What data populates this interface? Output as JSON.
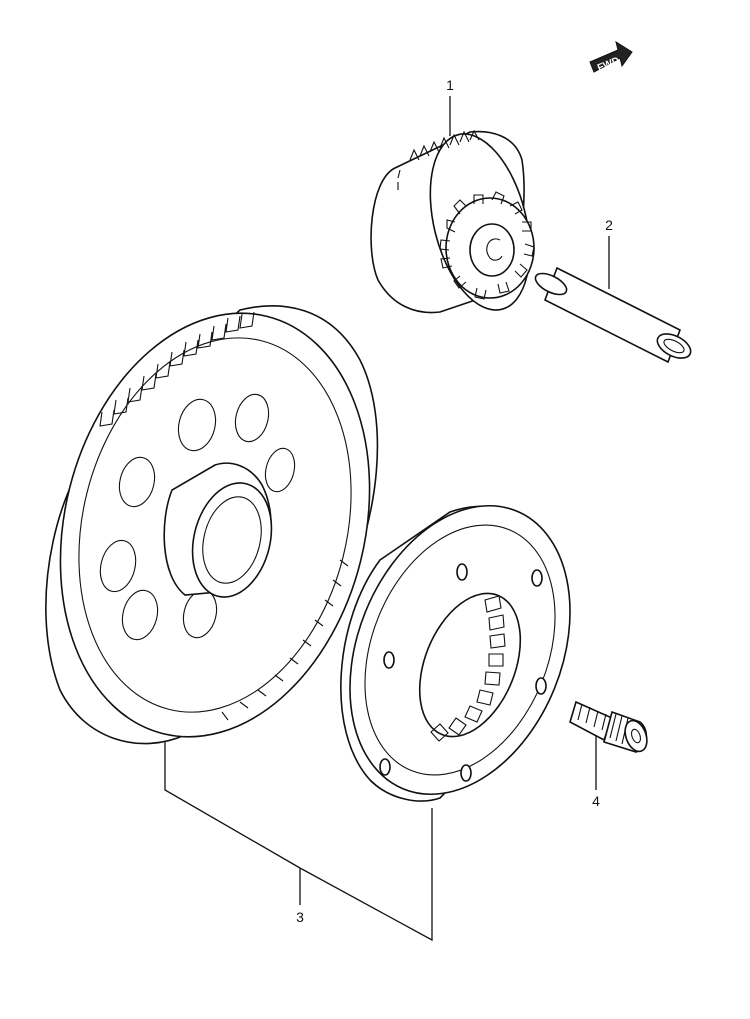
{
  "diagram": {
    "direction_badge": {
      "label": "FWD"
    },
    "parts": [
      {
        "callout": "1"
      },
      {
        "callout": "2"
      },
      {
        "callout": "3"
      },
      {
        "callout": "4"
      }
    ]
  }
}
